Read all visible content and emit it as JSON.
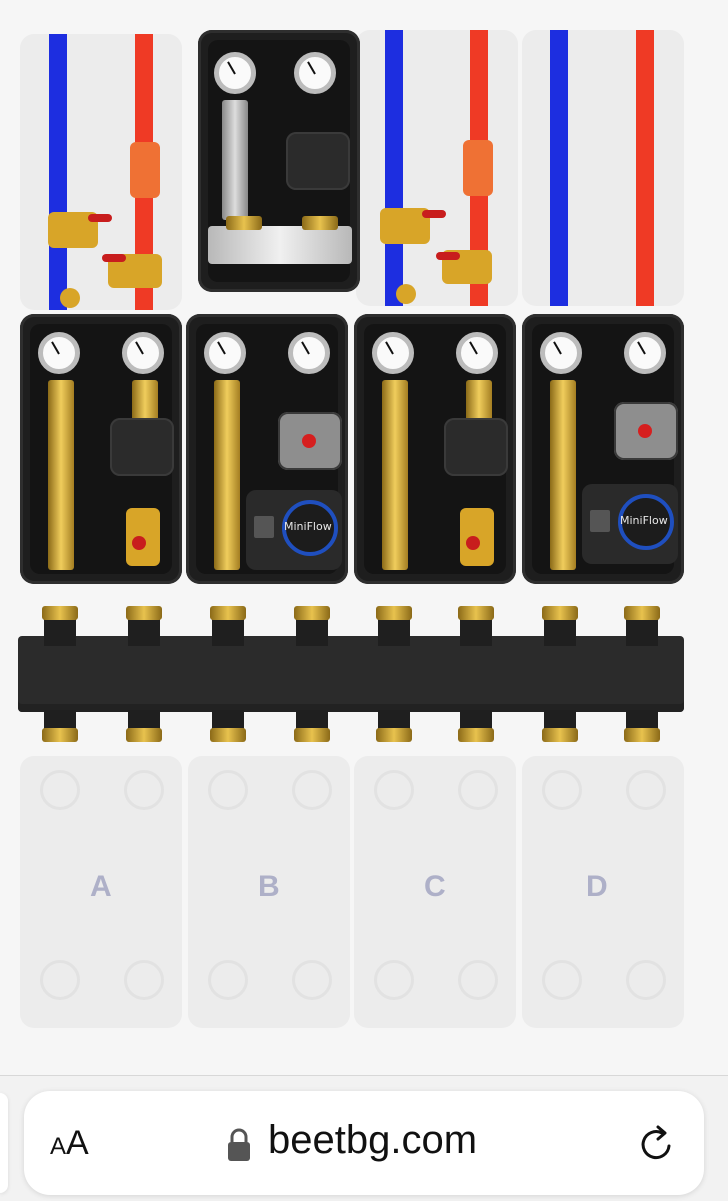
{
  "configurator": {
    "slot_letters": [
      "A",
      "B",
      "C",
      "D"
    ],
    "pump_brand": "MiniFlow"
  },
  "browser": {
    "text_size_label": {
      "small": "A",
      "large": "A"
    },
    "address": "beetbg.com",
    "lock_icon": "lock-icon",
    "reload_icon": "reload-icon"
  },
  "colors": {
    "cold_pipe": "#1d2ee0",
    "hot_pipe": "#ef3a25",
    "brass": "#d8a528",
    "ring_accent": "#1f4fbf"
  }
}
